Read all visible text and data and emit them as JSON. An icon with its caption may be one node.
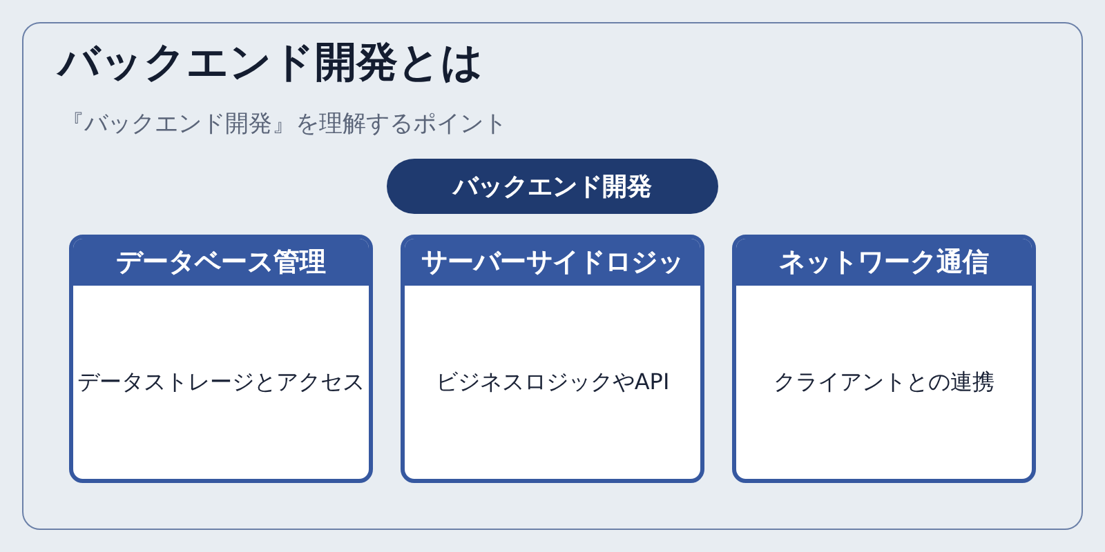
{
  "diagram": {
    "nodes": [
      {
        "text": [
          "バックエンド開発とは",
          "『バックエンド開発』を理解するポイント"
        ]
      },
      {
        "text": [
          "バックエンド開発"
        ],
        "in": 0
      },
      {
        "text": [
          "データベース管理",
          "データストレージとアクセス"
        ],
        "in": 0
      },
      {
        "text": [
          "サーバーサイドロジッ",
          "ビジネスロジックやAPI"
        ],
        "in": 0
      },
      {
        "text": [
          "ネットワーク通信",
          "クライアントとの連携"
        ],
        "in": 0
      }
    ]
  }
}
